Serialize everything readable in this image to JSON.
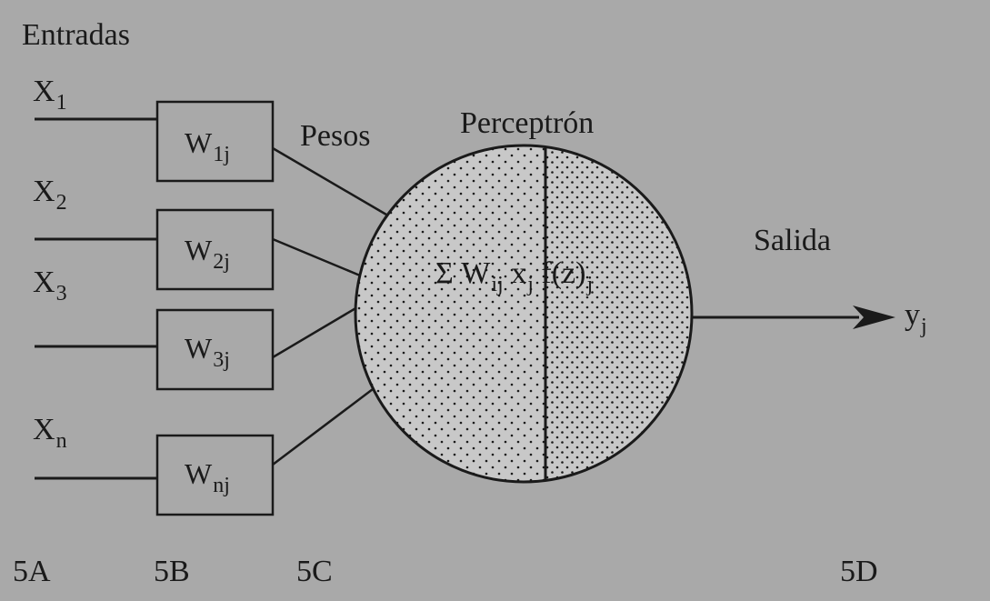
{
  "labels": {
    "entradas": "Entradas",
    "pesos": "Pesos",
    "perceptron": "Perceptrón",
    "salida": "Salida"
  },
  "inputs": [
    {
      "base": "X",
      "sub": "1"
    },
    {
      "base": "X",
      "sub": "2"
    },
    {
      "base": "X",
      "sub": "3"
    },
    {
      "base": "X",
      "sub": "n"
    }
  ],
  "weights": [
    {
      "base": "W",
      "sub": "1j"
    },
    {
      "base": "W",
      "sub": "2j"
    },
    {
      "base": "W",
      "sub": "3j"
    },
    {
      "base": "W",
      "sub": "nj"
    }
  ],
  "formula": {
    "sigma": "Σ",
    "w": "W",
    "w_sub": "ij",
    "x": "x",
    "x_sub": "j",
    "f": "f(z)",
    "f_sub": "j"
  },
  "output": {
    "base": "y",
    "sub": "j"
  },
  "sections": [
    "5A",
    "5B",
    "5C",
    "5D"
  ],
  "colors": {
    "background": "#a9a9a9",
    "circle_fill": "#c8c8c8",
    "line": "#1a1a1a"
  }
}
